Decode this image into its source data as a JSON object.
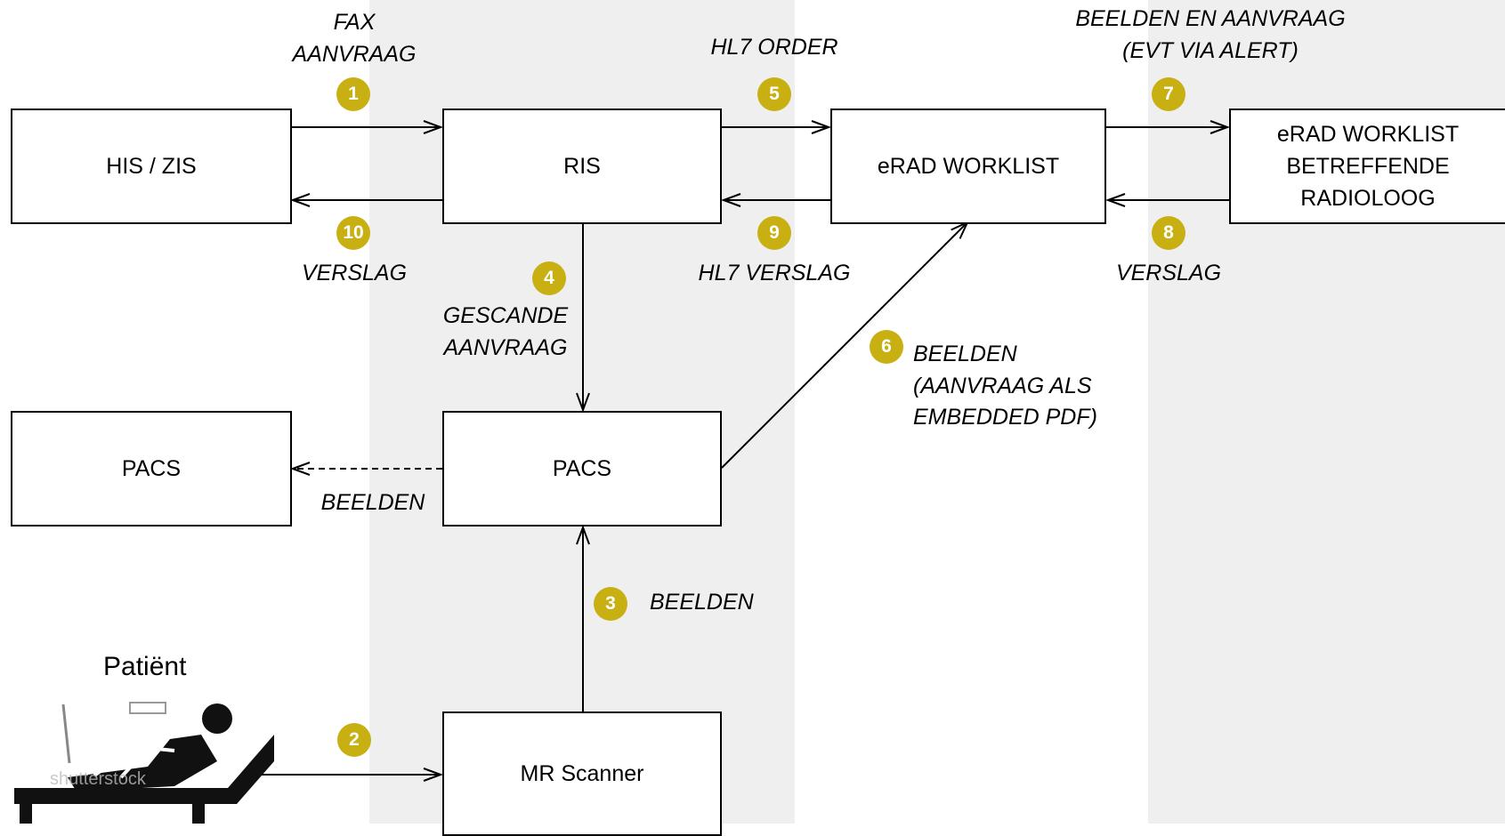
{
  "nodes": {
    "his_zis": "HIS / ZIS",
    "ris": "RIS",
    "erad_worklist": "eRAD WORKLIST",
    "erad_worklist_radioloog": "eRAD WORKLIST\nBETREFFENDE\nRADIOLOOG",
    "pacs_archive": "PACS",
    "pacs": "PACS",
    "mr_scanner": "MR Scanner"
  },
  "labels": {
    "fax_aanvraag": "FAX\nAANVRAAG",
    "hl7_order": "HL7 ORDER",
    "beelden_en_aanvraag": "BEELDEN EN AANVRAAG\n(EVT VIA ALERT)",
    "verslag_his": "VERSLAG",
    "hl7_verslag": "HL7 VERSLAG",
    "verslag_radioloog": "VERSLAG",
    "gescande_aanvraag": "GESCANDE\nAANVRAAG",
    "beelden_embedded": "BEELDEN\n(AANVRAAG ALS\nEMBEDDED PDF)",
    "beelden_pacs": "BEELDEN",
    "beelden_scanner": "BEELDEN"
  },
  "steps": {
    "s1": "1",
    "s2": "2",
    "s3": "3",
    "s4": "4",
    "s5": "5",
    "s6": "6",
    "s7": "7",
    "s8": "8",
    "s9": "9",
    "s10": "10"
  },
  "patient": {
    "label": "Patiënt",
    "watermark": "shutterstock"
  },
  "colors": {
    "step_badge": "#c8b012",
    "band": "#efefef",
    "line": "#000000"
  }
}
